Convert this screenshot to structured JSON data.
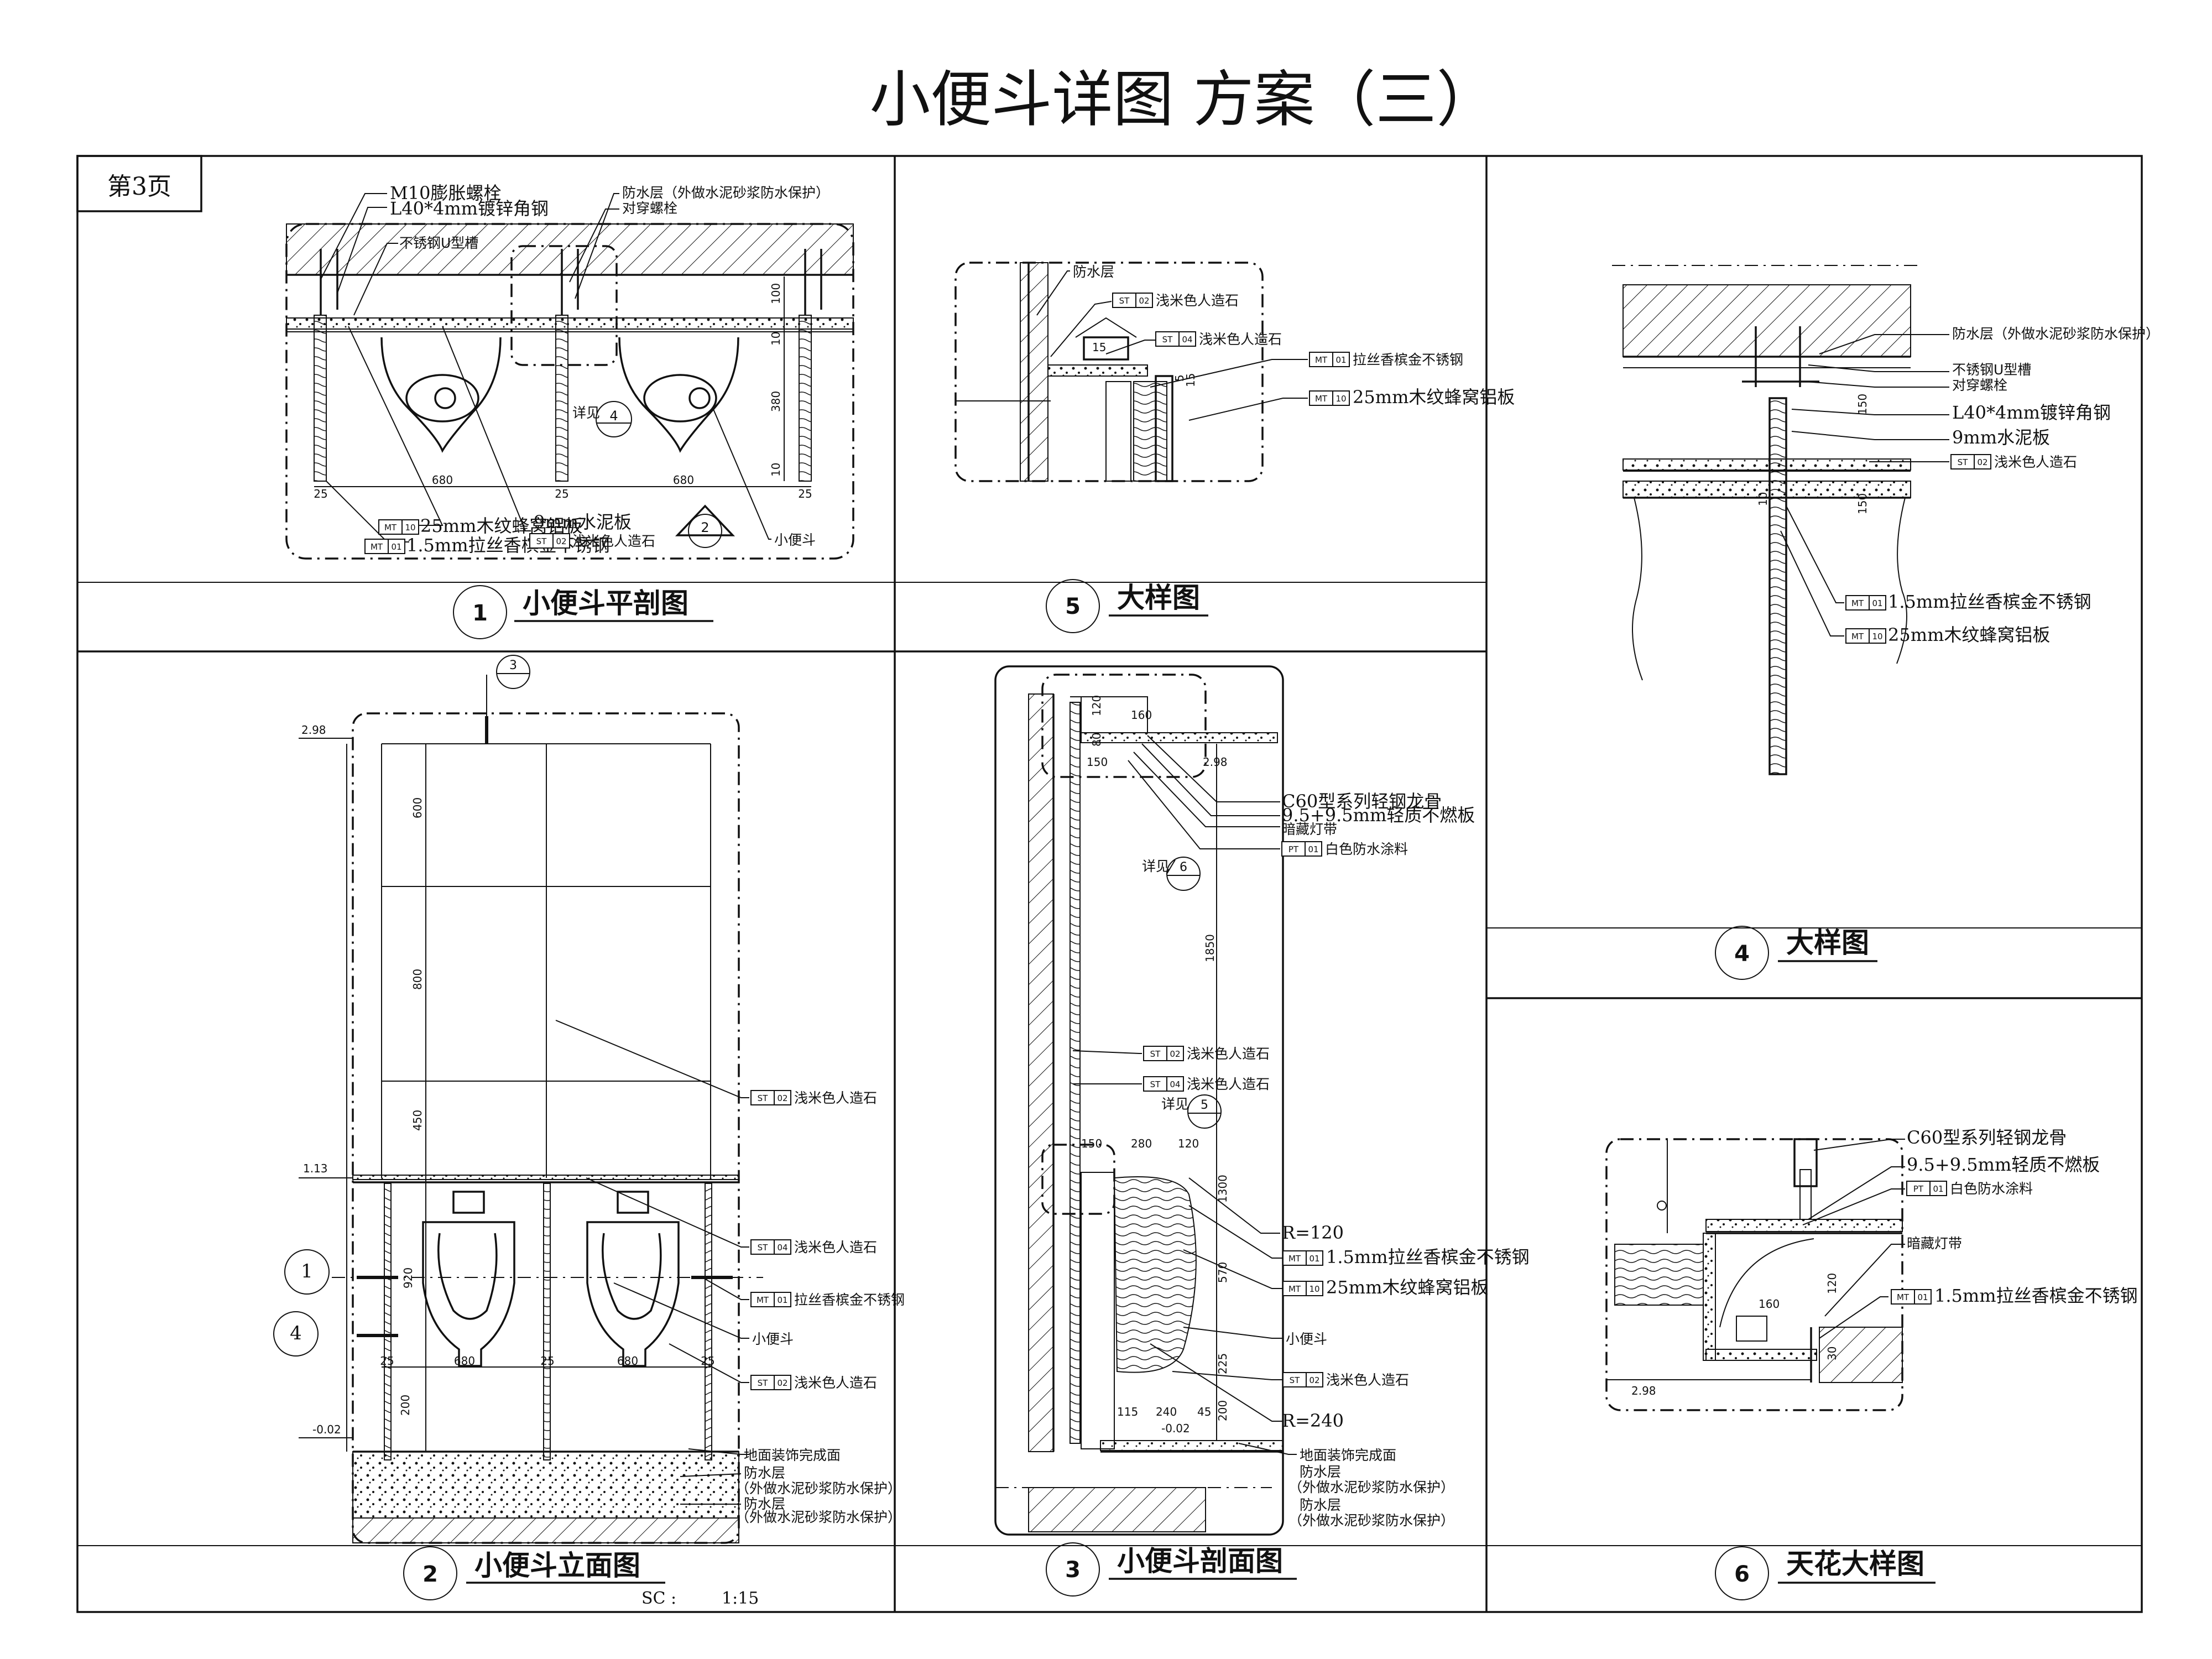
{
  "sheet": {
    "title": "小便斗详图 方案（三）",
    "page_label": "第3页",
    "scale_label": "SC :",
    "scale_value": "1:15"
  },
  "panels": {
    "p1": {
      "number": "1",
      "title": "小便斗平剖图"
    },
    "p2": {
      "number": "2",
      "title": "小便斗立面图"
    },
    "p3": {
      "number": "3",
      "title": "小便斗剖面图"
    },
    "p4": {
      "number": "4",
      "title": "大样图"
    },
    "p5": {
      "number": "5",
      "title": "大样图"
    },
    "p6": {
      "number": "6",
      "title": "天花大样图"
    }
  },
  "plan": {
    "notes": {
      "bolt": "M10膨胀螺栓",
      "angle": "L40*4mm镀锌角钢",
      "channel": "不锈钢U型槽",
      "waterproof": "防水层（外做水泥砂浆防水保护）",
      "through_bolt": "对穿螺栓",
      "detail_ref": "详见",
      "cement": "9mm水泥板",
      "urinal": "小便斗"
    },
    "dims": {
      "d680a": "680",
      "d680b": "680",
      "d25a": "25",
      "d25b": "25",
      "d25c": "25",
      "d100": "100",
      "d10a": "10",
      "d380": "380",
      "d10b": "10"
    },
    "tags": [
      {
        "code": "MT",
        "num": "10",
        "text": "25mm木纹蜂窝铝板"
      },
      {
        "code": "MT",
        "num": "01",
        "text": "1.5mm拉丝香槟金不锈钢"
      },
      {
        "code": "ST",
        "num": "02",
        "text": "浅米色人造石"
      }
    ],
    "callout_4": "4",
    "callout_2": "2"
  },
  "elev": {
    "levels": {
      "top": "2.98",
      "mid": "1.13",
      "floor": "-0.02"
    },
    "dims": {
      "d600": "600",
      "d800": "800",
      "d450": "450",
      "d920": "920",
      "d200": "200",
      "d680a": "680",
      "d680b": "680",
      "d25a": "25",
      "d25b": "25",
      "d25c": "25"
    },
    "section_marks": {
      "s1": "1",
      "s4": "4",
      "s3": "3"
    },
    "tags": [
      {
        "code": "ST",
        "num": "02",
        "text": "浅米色人造石"
      },
      {
        "code": "ST",
        "num": "04",
        "text": "浅米色人造石"
      },
      {
        "code": "MT",
        "num": "01",
        "text": "拉丝香槟金不锈钢"
      },
      {
        "code": "ST",
        "num": "02",
        "text": "浅米色人造石"
      }
    ],
    "notes": {
      "urinal": "小便斗",
      "floor_finish": "地面装饰完成面",
      "waterproof": "防水层",
      "waterproof_sub": "（外做水泥砂浆防水保护）",
      "waterproof2": "防水层",
      "waterproof2_sub": "（外做水泥砂浆防水保护）"
    }
  },
  "section": {
    "dims": {
      "d120": "120",
      "d80": "80",
      "d150a": "150",
      "d160": "160",
      "d1850": "1850",
      "d150b": "150",
      "d280": "280",
      "d120b": "120",
      "d1300": "1300",
      "d570": "570",
      "d225": "225",
      "d200": "200",
      "d115": "115",
      "d240": "240",
      "d45": "45"
    },
    "levels": {
      "top": "2.98",
      "floor": "-0.02"
    },
    "notes": {
      "keel": "C60型系列轻钢龙骨",
      "gypsum": "9.5+9.5mm轻质不燃板",
      "light": "暗藏灯带",
      "detail6": "详见",
      "detail6_num": "6",
      "detail5": "详见",
      "detail5_num": "5",
      "r120": "R=120",
      "r240": "R=240",
      "urinal": "小便斗",
      "floor_finish": "地面装饰完成面",
      "waterproof": "防水层",
      "waterproof_sub": "（外做水泥砂浆防水保护）",
      "waterproof2": "防水层",
      "waterproof2_sub": "（外做水泥砂浆防水保护）"
    },
    "tags": [
      {
        "code": "PT",
        "num": "01",
        "text": "白色防水涂料"
      },
      {
        "code": "ST",
        "num": "02",
        "text": "浅米色人造石"
      },
      {
        "code": "ST",
        "num": "04",
        "text": "浅米色人造石"
      },
      {
        "code": "MT",
        "num": "01",
        "text": "1.5mm拉丝香槟金不锈钢"
      },
      {
        "code": "MT",
        "num": "10",
        "text": "25mm木纹蜂窝铝板"
      },
      {
        "code": "ST",
        "num": "02",
        "text": "浅米色人造石"
      }
    ]
  },
  "detail5": {
    "notes": {
      "waterproof": "防水层"
    },
    "dims": {
      "d15": "15",
      "d5": "5",
      "d15b": "15"
    },
    "tags": [
      {
        "code": "ST",
        "num": "02",
        "text": "浅米色人造石"
      },
      {
        "code": "ST",
        "num": "04",
        "text": "浅米色人造石"
      },
      {
        "code": "MT",
        "num": "01",
        "text": "拉丝香槟金不锈钢"
      },
      {
        "code": "MT",
        "num": "10",
        "text": "25mm木纹蜂窝铝板"
      }
    ]
  },
  "detail4": {
    "notes": {
      "waterproof": "防水层（外做水泥砂浆防水保护）",
      "channel": "不锈钢U型槽",
      "through_bolt": "对穿螺栓",
      "angle": "L40*4mm镀锌角钢",
      "cement": "9mm水泥板"
    },
    "dims": {
      "d150": "150",
      "d10": "10",
      "d150b": "150"
    },
    "tags": [
      {
        "code": "ST",
        "num": "02",
        "text": "浅米色人造石"
      },
      {
        "code": "MT",
        "num": "01",
        "text": "1.5mm拉丝香槟金不锈钢"
      },
      {
        "code": "MT",
        "num": "10",
        "text": "25mm木纹蜂窝铝板"
      }
    ]
  },
  "detail6": {
    "notes": {
      "keel": "C60型系列轻钢龙骨",
      "gypsum": "9.5+9.5mm轻质不燃板",
      "light": "暗藏灯带"
    },
    "dims": {
      "d160": "160",
      "d120": "120",
      "d30": "30",
      "level": "2.98"
    },
    "tags": [
      {
        "code": "PT",
        "num": "01",
        "text": "白色防水涂料"
      },
      {
        "code": "MT",
        "num": "01",
        "text": "1.5mm拉丝香槟金不锈钢"
      }
    ]
  }
}
